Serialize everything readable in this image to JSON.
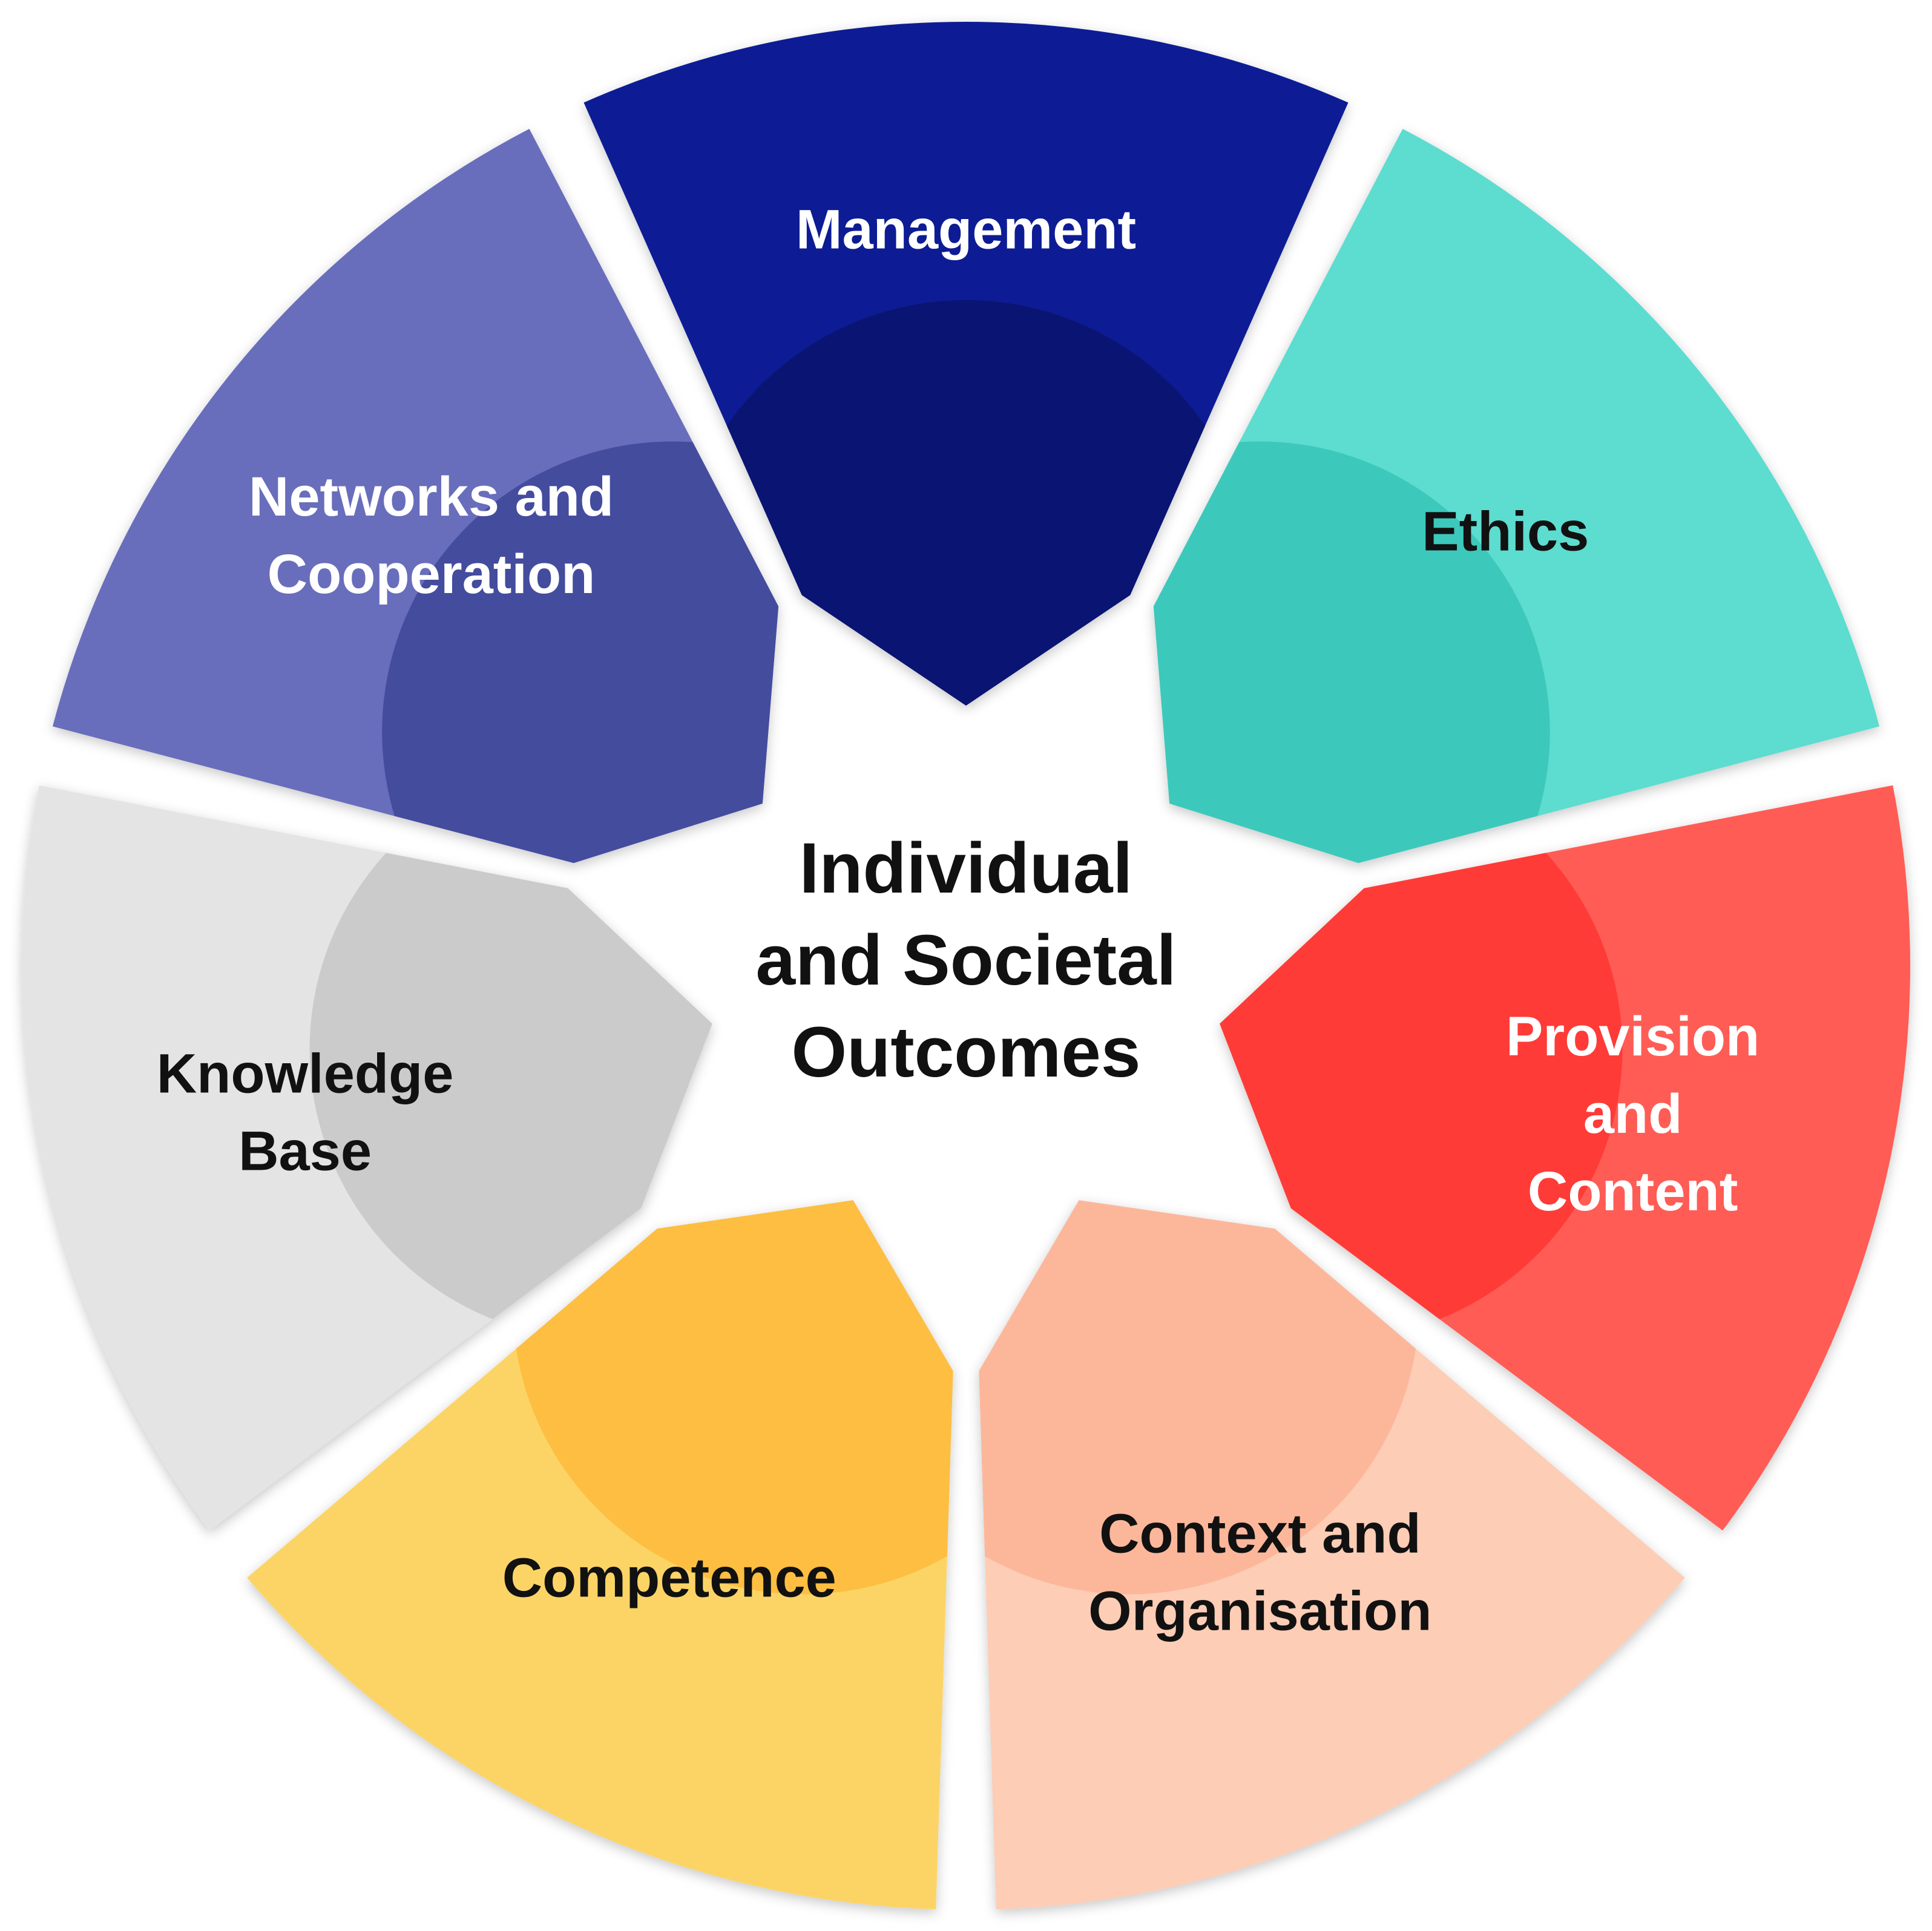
{
  "center": {
    "lines": [
      "Individual",
      "and Societal",
      "Outcomes"
    ]
  },
  "segments": [
    {
      "id": "management",
      "lines": [
        "Management"
      ],
      "fill": "#101F94",
      "inner": "#0A1472",
      "text_color": "#FFFFFF"
    },
    {
      "id": "ethics",
      "lines": [
        "Ethics"
      ],
      "fill": "#5DDCD0",
      "inner": "#3DC8BC",
      "text_color": "#111111"
    },
    {
      "id": "provision",
      "lines": [
        "Provision",
        "and",
        "Content"
      ],
      "fill": "#FF5C55",
      "inner": "#FF3B37",
      "text_color": "#FFFFFF"
    },
    {
      "id": "context",
      "lines": [
        "Context and",
        "Organisation"
      ],
      "fill": "#FDCDB6",
      "inner": "#FCB79B",
      "text_color": "#111111"
    },
    {
      "id": "competence",
      "lines": [
        "Competence"
      ],
      "fill": "#FCD466",
      "inner": "#FDBE41",
      "text_color": "#111111"
    },
    {
      "id": "knowledge",
      "lines": [
        "Knowledge",
        "Base"
      ],
      "fill": "#E4E4E4",
      "inner": "#CBCBCB",
      "text_color": "#111111"
    },
    {
      "id": "networks",
      "lines": [
        "Networks and",
        "Cooperation"
      ],
      "fill": "#676EBB",
      "inner": "#444C9E",
      "text_color": "#FFFFFF"
    }
  ]
}
